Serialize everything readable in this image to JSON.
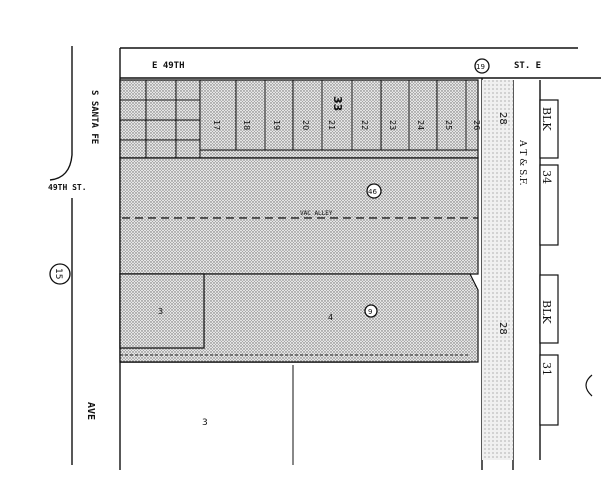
{
  "map": {
    "streets": {
      "north_label_left": "E 49TH",
      "north_label_right": "ST. E",
      "west_label": "S SANTA FE",
      "side_street": "49TH ST.",
      "west_avenue": "AVE"
    },
    "circles": {
      "north_marker": "19",
      "west_marker": "15",
      "parcel_upper": "46",
      "parcel_lower": "9",
      "south_parcel": "3"
    },
    "railroad": {
      "name": "A T & S.F.",
      "block_upper": "BLK",
      "block_upper_num": "34",
      "block_lower": "BLK",
      "block_lower_num": "31"
    },
    "lot_numbers": [
      "17",
      "18",
      "19",
      "20",
      "21",
      "22",
      "23",
      "24",
      "25",
      "26"
    ],
    "labels": {
      "lot_33": "33",
      "lot_28_upper": "28",
      "lot_28_lower": "28",
      "lot_3": "3",
      "lot_4": "4",
      "vacated": "VAC ALLEY",
      "south_lot": "3"
    }
  }
}
